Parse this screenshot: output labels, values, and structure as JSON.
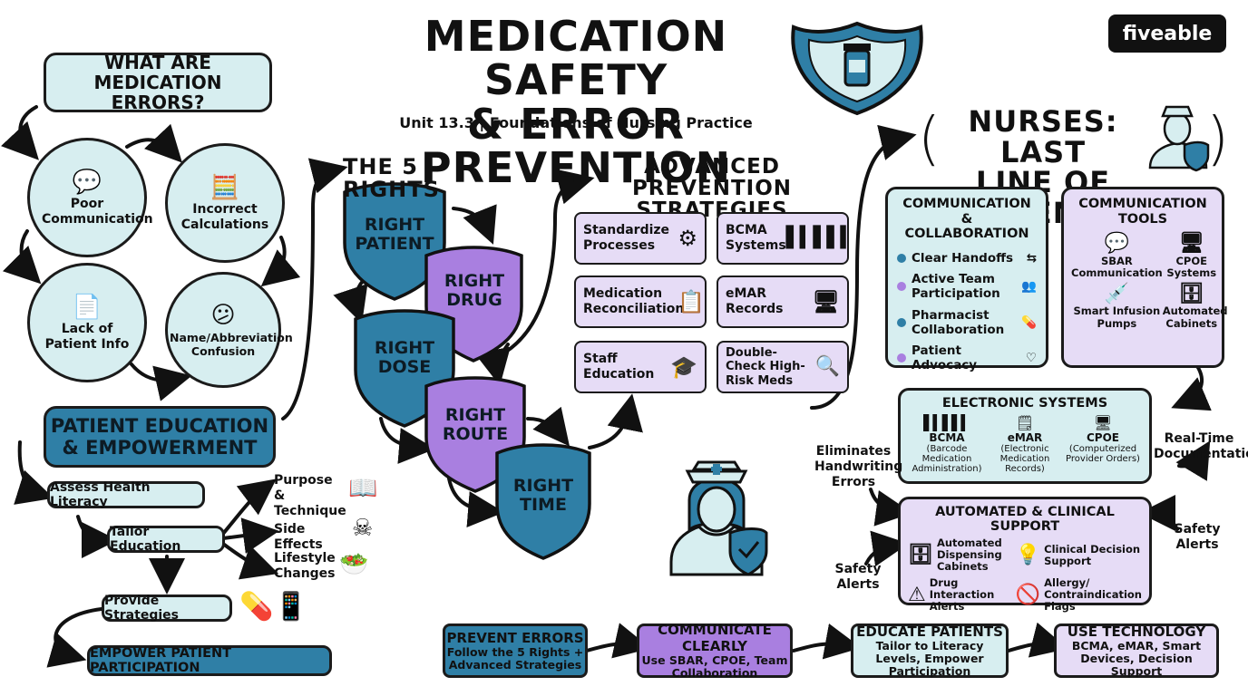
{
  "header": {
    "title_line1": "MEDICATION SAFETY",
    "title_line2": "& ERROR PREVENTION",
    "subtitle": "Unit 13.3 | Foundations of Nursing Practice",
    "brand": "fiveable"
  },
  "errors": {
    "heading": "WHAT ARE MEDICATION ERRORS?",
    "causes": [
      "Poor Communication",
      "Incorrect Calculations",
      "Lack of Patient Info",
      "Name/Abbreviation Confusion"
    ]
  },
  "education": {
    "heading": "PATIENT EDUCATION & EMPOWERMENT",
    "assess": "Assess Health Literacy",
    "tailor": "Tailor Education",
    "topics": [
      "Purpose & Technique",
      "Side Effects",
      "Lifestyle Changes"
    ],
    "strategies": "Provide Strategies",
    "empower": "EMPOWER PATIENT PARTICIPATION"
  },
  "rights": {
    "heading": "THE 5 RIGHTS",
    "items": [
      "RIGHT PATIENT",
      "RIGHT DRUG",
      "RIGHT DOSE",
      "RIGHT ROUTE",
      "RIGHT TIME"
    ]
  },
  "advanced": {
    "heading": "ADVANCED PREVENTION STRATEGIES",
    "items": [
      "Standardize Processes",
      "BCMA Systems",
      "Medication Reconciliation",
      "eMAR Records",
      "Staff Education",
      "Double-Check High-Risk Meds"
    ]
  },
  "nurses": {
    "heading_line1": "NURSES: LAST",
    "heading_line2": "LINE OF DEFENSE",
    "collab": {
      "heading": "COMMUNICATION & COLLABORATION",
      "items": [
        "Clear Handoffs",
        "Active Team Participation",
        "Pharmacist Collaboration",
        "Patient Advocacy"
      ]
    },
    "tools": {
      "heading": "COMMUNICATION TOOLS",
      "items": [
        "SBAR Communication",
        "CPOE Systems",
        "Smart Infusion Pumps",
        "Automated Cabinets"
      ]
    },
    "electronic": {
      "heading": "ELECTRONIC SYSTEMS",
      "items": [
        {
          "name": "BCMA",
          "detail": "(Barcode Medication Administration)"
        },
        {
          "name": "eMAR",
          "detail": "(Electronic Medication Records)"
        },
        {
          "name": "CPOE",
          "detail": "(Computerized Provider Orders)"
        }
      ]
    },
    "realtime": "Real-Time Documentation",
    "handwriting": "Eliminates Handwriting Errors",
    "automated": {
      "heading": "AUTOMATED & CLINICAL SUPPORT",
      "items": [
        "Automated Dispensing Cabinets",
        "Clinical Decision Support",
        "Drug Interaction Alerts",
        "Allergy/ Contraindication Flags"
      ]
    },
    "safety_left": "Safety Alerts",
    "safety_right": "Safety Alerts"
  },
  "summary": [
    {
      "title": "PREVENT ERRORS",
      "text": "Follow the 5 Rights + Advanced Strategies"
    },
    {
      "title": "COMMUNICATE CLEARLY",
      "text": "Use SBAR, CPOE, Team Collaboration"
    },
    {
      "title": "EDUCATE PATIENTS",
      "text": "Tailor to Literacy Levels, Empower Participation"
    },
    {
      "title": "USE TECHNOLOGY",
      "text": "BCMA, eMAR, Smart Devices, Decision Support"
    }
  ],
  "colors": {
    "teal": "#d7eef0",
    "blue": "#2f7fa6",
    "purple": "#e6dcf6",
    "purple_dark": "#a97fe0"
  }
}
